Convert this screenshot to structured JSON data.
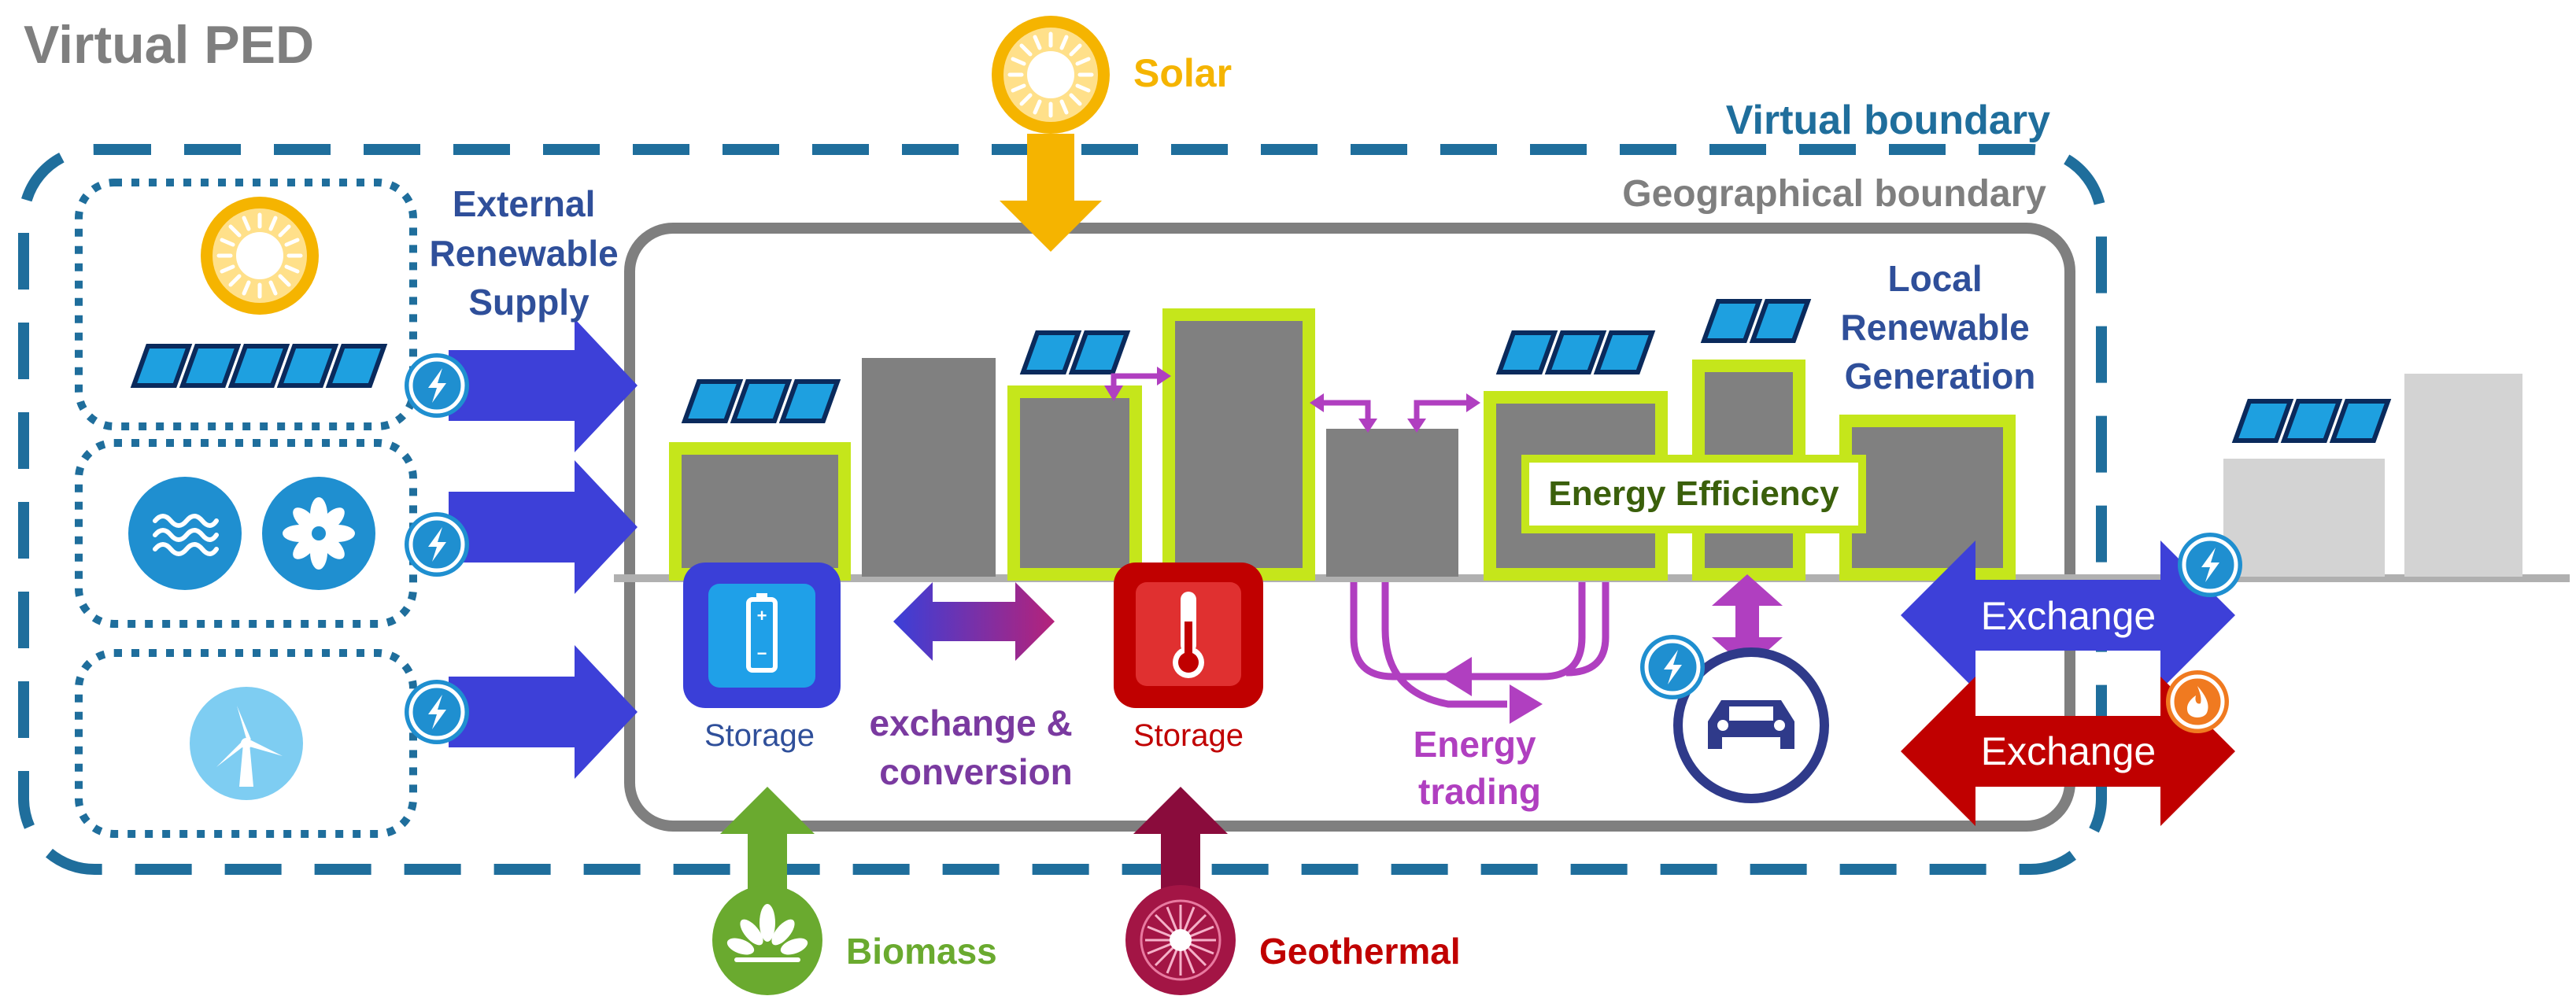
{
  "title": "Virtual PED",
  "boundaries": {
    "virtual": "Virtual boundary",
    "geographical": "Geographical boundary"
  },
  "external_supply": {
    "line1": "External",
    "line2": "Renewable",
    "line3": "Supply"
  },
  "local_generation": {
    "line1": "Local",
    "line2": "Renewable",
    "line3": "Generation"
  },
  "energy_efficiency": "Energy Efficiency",
  "storage_battery": "Storage",
  "storage_thermal": "Storage",
  "exchange_conversion": {
    "line1": "exchange &",
    "line2": "conversion"
  },
  "energy_trading": {
    "line1": "Energy",
    "line2": "trading"
  },
  "exchange_electric": "Exchange",
  "exchange_heat": "Exchange",
  "sources": {
    "solar": "Solar",
    "biomass": "Biomass",
    "geothermal": "Geothermal"
  },
  "icons": [
    "sun-icon",
    "solar-panel-icon",
    "lightning-icon",
    "water-wave-icon",
    "fan-icon",
    "wind-turbine-icon",
    "battery-icon",
    "thermometer-icon",
    "car-icon",
    "flame-icon",
    "plant-icon",
    "geothermal-icon"
  ],
  "colors": {
    "title_gray": "#7f7f7f",
    "virtual_blue": "#1f6e9c",
    "dark_text_blue": "#2f4f9a",
    "external_arrow": "#3d40d8",
    "building_gray": "#808080",
    "efficiency_green": "#c5e61b",
    "solar_orange": "#f5b400",
    "trading_purple": "#b03fc0",
    "exchange_purple": "#7a3aa0",
    "heat_red": "#c00000",
    "biomass_green": "#6aaa2f",
    "geothermal_maroon": "#a31545",
    "light_blue_icon": "#1ea0e0"
  }
}
